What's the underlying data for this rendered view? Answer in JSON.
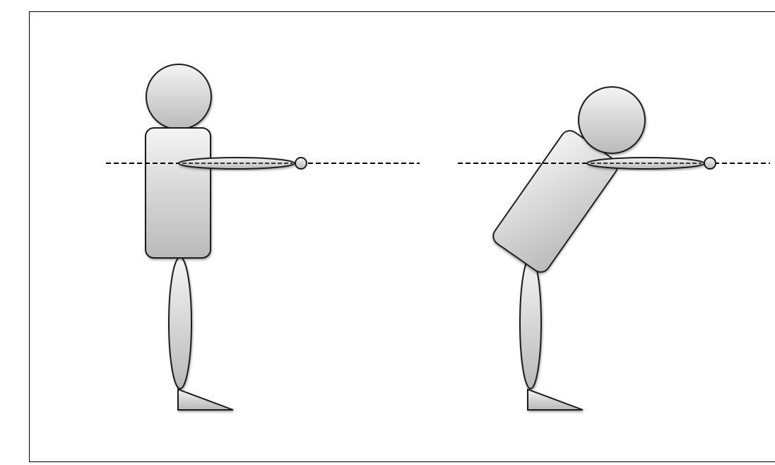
{
  "figure": {
    "frame_color": "#000000",
    "background_color": "#ffffff",
    "figures": [
      {
        "posture": "upright",
        "arm": "extended-forward"
      },
      {
        "posture": "leaning-forward",
        "arm": "extended-forward"
      }
    ],
    "reference_line": {
      "style": "dashed",
      "color": "#000000"
    },
    "body_colors": {
      "fill_light": "#f2f2f2",
      "fill_dark": "#b8b8b8",
      "outline": "#1a1a1a"
    }
  }
}
